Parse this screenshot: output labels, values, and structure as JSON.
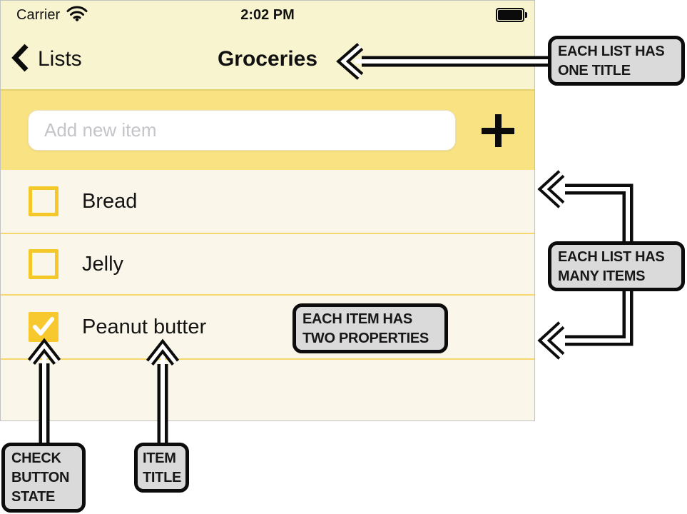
{
  "status_bar": {
    "carrier": "Carrier",
    "time": "2:02 PM"
  },
  "nav_bar": {
    "back_label": "Lists",
    "title": "Groceries"
  },
  "add_item": {
    "placeholder": "Add new item"
  },
  "list": {
    "items": [
      {
        "title": "Bread",
        "checked": false
      },
      {
        "title": "Jelly",
        "checked": false
      },
      {
        "title": "Peanut butter",
        "checked": true
      }
    ]
  },
  "annotations": {
    "list_title": {
      "lines": [
        "EACH LIST HAS",
        "ONE TITLE"
      ]
    },
    "list_items": {
      "lines": [
        "EACH LIST HAS",
        "MANY ITEMS"
      ]
    },
    "item_props": {
      "lines": [
        "EACH ITEM HAS",
        "TWO PROPERTIES"
      ]
    },
    "check_state": {
      "lines": [
        "CHECK",
        "BUTTON",
        "STATE"
      ]
    },
    "item_title": {
      "lines": [
        "ITEM",
        "TITLE"
      ]
    }
  },
  "icons": {
    "wifi": "wifi-icon",
    "battery": "battery-full-icon",
    "back": "back-chevron-icon",
    "add": "plus-icon",
    "check": "check-icon"
  },
  "colors": {
    "header_background": "#F8F4D0",
    "add_row_background": "#F9E282",
    "row_background": "#FAF7EA",
    "accent_gold": "#F5C829",
    "row_divider": "#F5D96E",
    "callout_background": "#DADADA",
    "callout_border": "#0C0C0C"
  }
}
